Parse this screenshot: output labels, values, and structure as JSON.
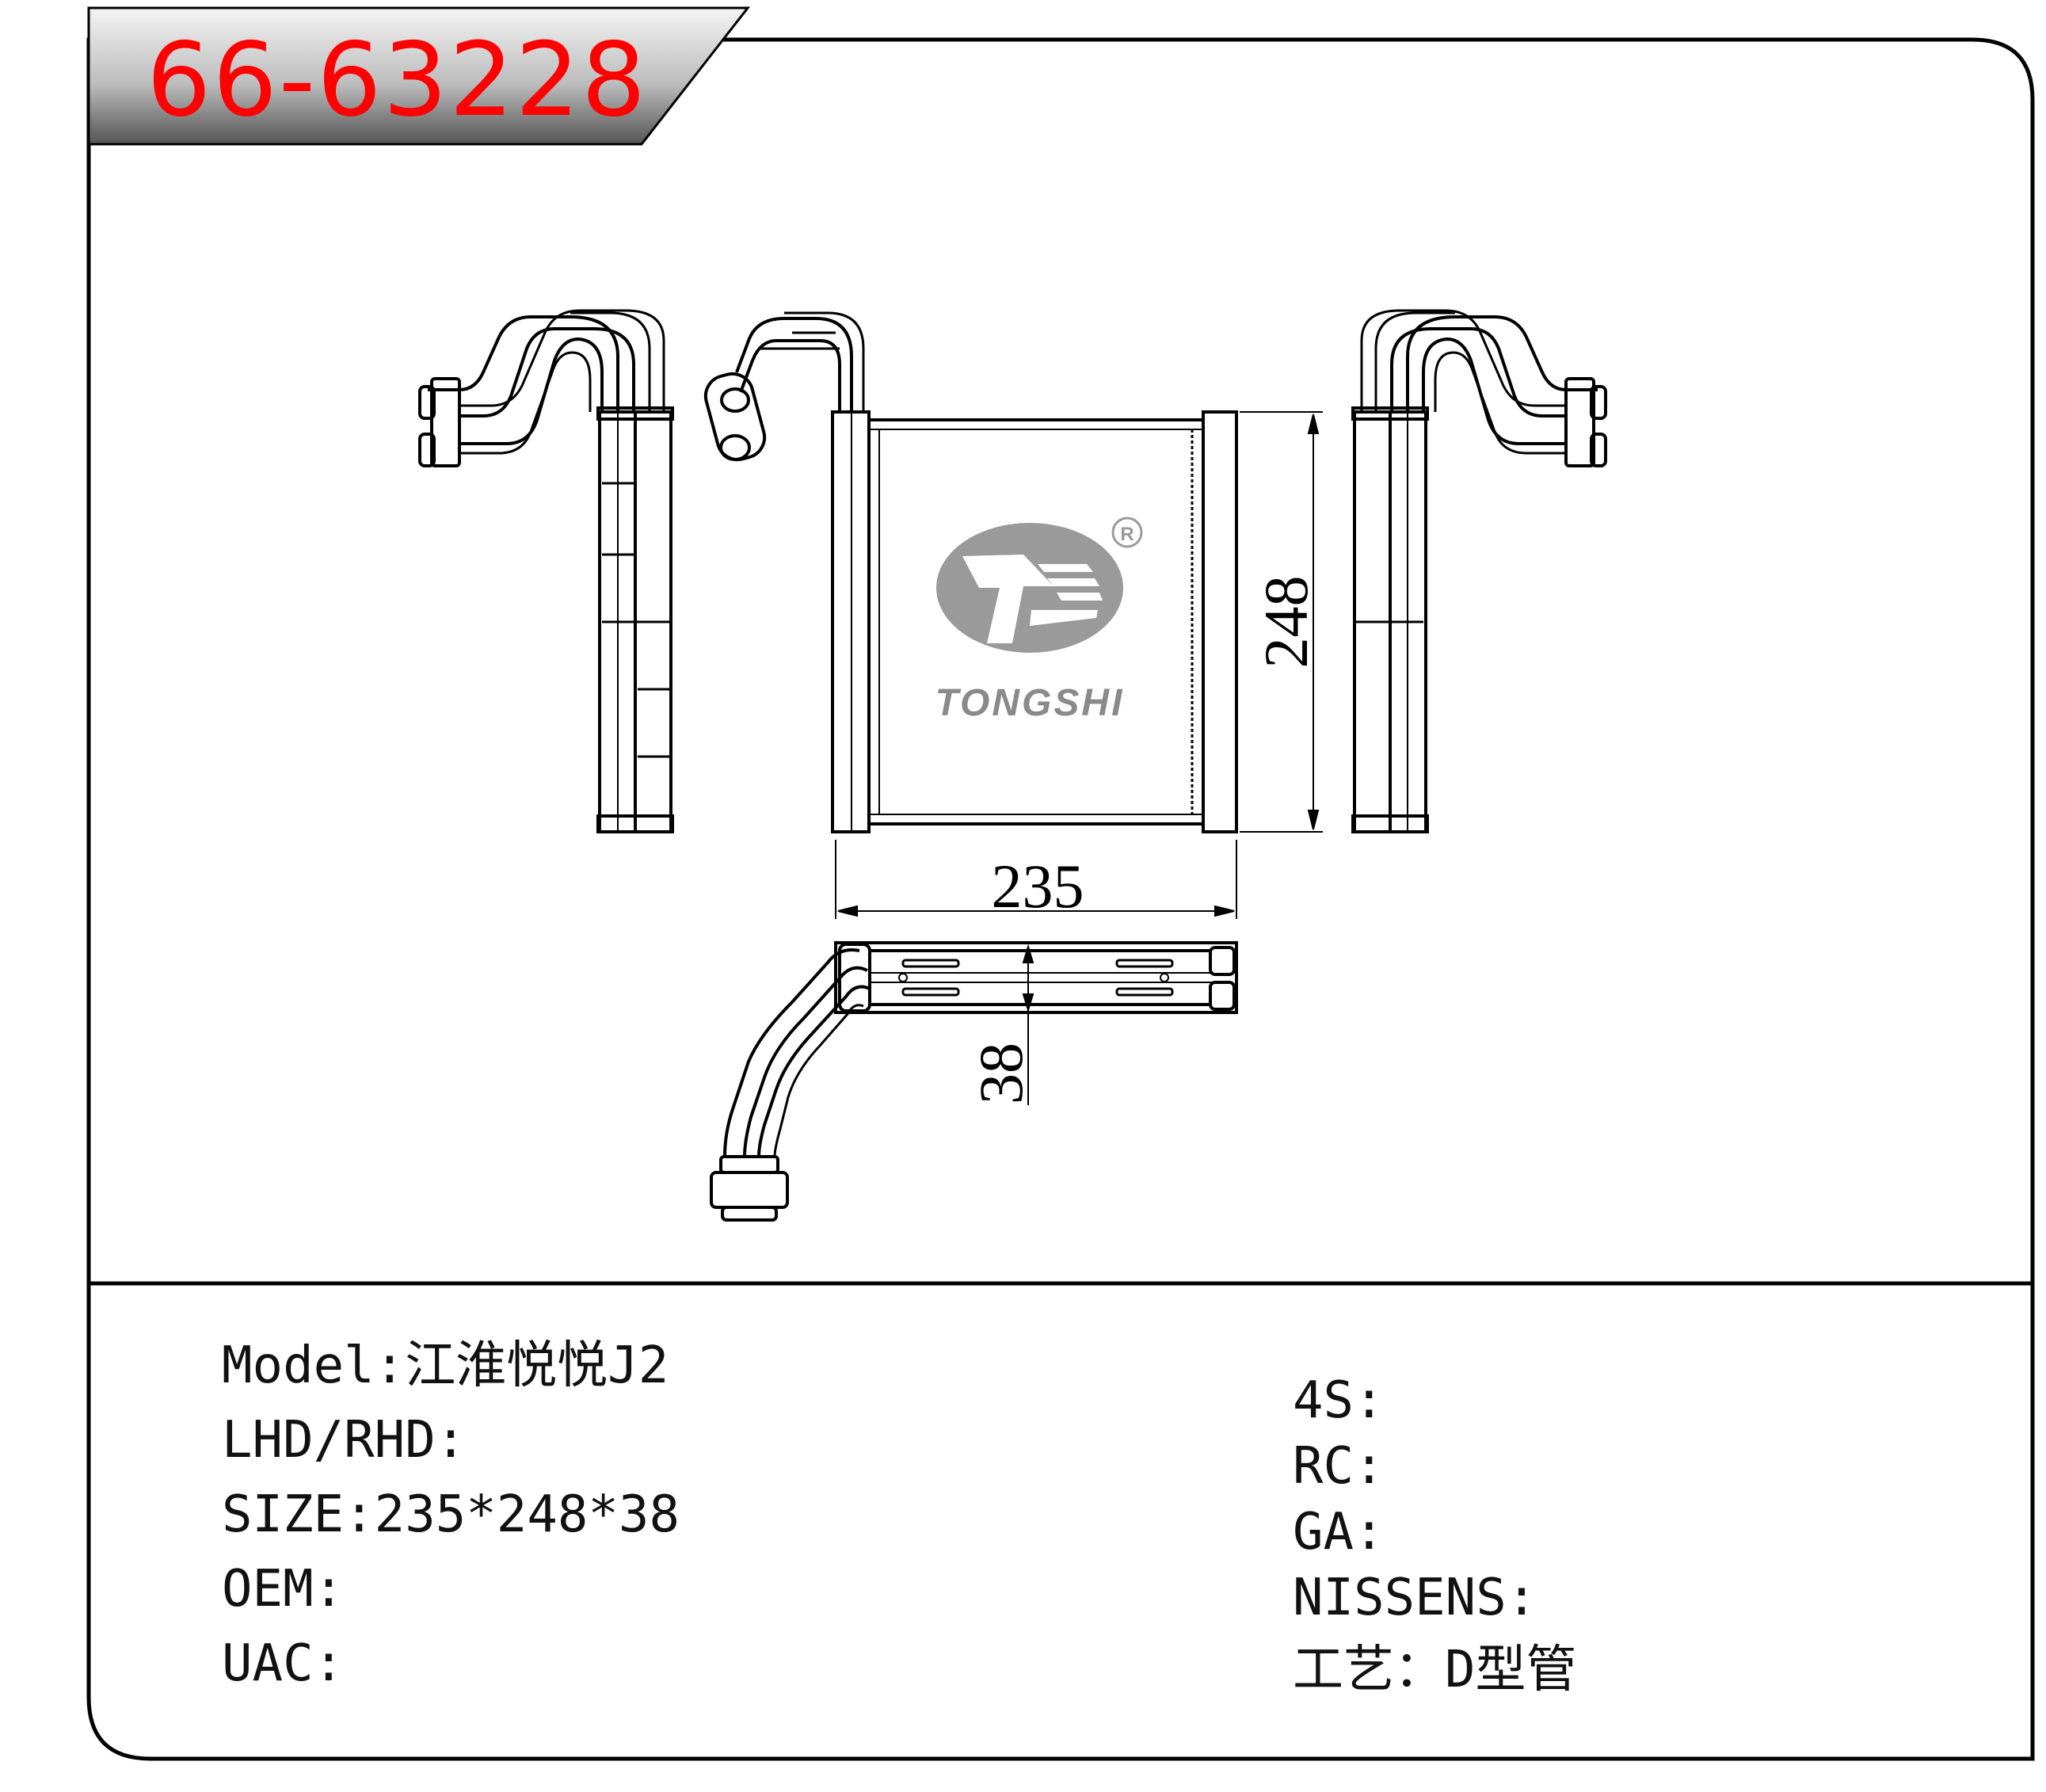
{
  "header": {
    "part_number": "66-63228"
  },
  "drawing": {
    "dim_width": "235",
    "dim_height": "248",
    "dim_depth": "38",
    "logo_text": "TONGSHI",
    "registered_mark": "R"
  },
  "specs_left": {
    "model": "Model:江淮悦悦J2",
    "lhd_rhd": "LHD/RHD:",
    "size": "SIZE:235*248*38",
    "oem": "OEM:",
    "uac": "UAC:"
  },
  "specs_right": {
    "s4": "4S:",
    "rc": "RC:",
    "ga": "GA:",
    "nissens": "NISSENS:",
    "process": "工艺：D型管"
  },
  "colors": {
    "part_number": "#ff0000",
    "line": "#000000",
    "logo": "#9a9a9a"
  }
}
